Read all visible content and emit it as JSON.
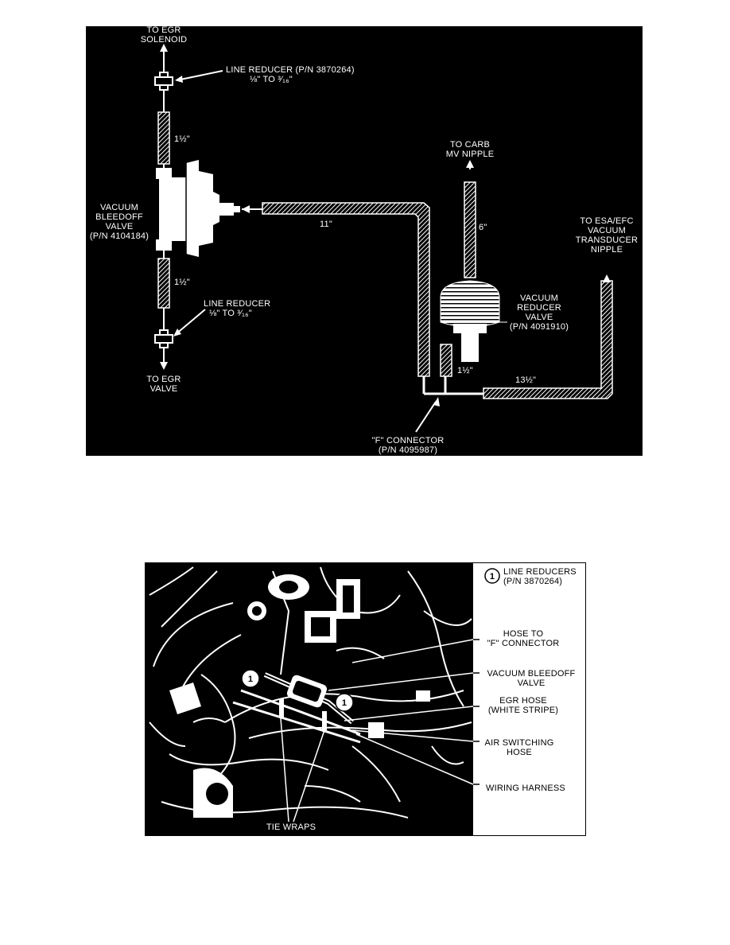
{
  "top_diagram": {
    "labels": {
      "to_egr_solenoid_1": "TO EGR",
      "to_egr_solenoid_2": "SOLENOID",
      "line_reducer_top_1": "LINE REDUCER (P/N 3870264)",
      "line_reducer_top_2": "⅛\" TO ³⁄₁₆\"",
      "len_upper": "1½\"",
      "vbv_1": "VACUUM",
      "vbv_2": "BLEEDOFF",
      "vbv_3": "VALVE",
      "vbv_4": "(P/N 4104184)",
      "len_11": "11\"",
      "len_lower": "1½\"",
      "line_reducer_bottom_1": "LINE REDUCER",
      "line_reducer_bottom_2": "⅛\" TO ³⁄₁₆\"",
      "to_egr_valve_1": "TO EGR",
      "to_egr_valve_2": "VALVE",
      "to_carb_1": "TO CARB",
      "to_carb_2": "MV NIPPLE",
      "len_6": "6\"",
      "vrv_1": "VACUUM",
      "vrv_2": "REDUCER",
      "vrv_3": "VALVE",
      "vrv_4": "(P/N 4091910)",
      "len_vrv": "1½\"",
      "len_13": "13½\"",
      "esa_1": "TO ESA/EFC",
      "esa_2": "VACUUM",
      "esa_3": "TRANSDUCER",
      "esa_4": "NIPPLE",
      "f_conn_1": "\"F\" CONNECTOR",
      "f_conn_2": "(P/N 4095987)"
    }
  },
  "bottom_diagram": {
    "labels": {
      "legend_number": "1",
      "legend_1": "LINE REDUCERS",
      "legend_2": "(P/N 3870264)",
      "hose_f_1": "HOSE TO",
      "hose_f_2": "\"F\" CONNECTOR",
      "vbv_1": "VACUUM BLEEDOFF",
      "vbv_2": "VALVE",
      "egr_hose_1": "EGR HOSE",
      "egr_hose_2": "(WHITE STRIPE)",
      "air_1": "AIR SWITCHING",
      "air_2": "HOSE",
      "wiring": "WIRING HARNESS",
      "tie_wraps": "TIE WRAPS",
      "callout_1": "1",
      "callout_2": "1"
    }
  }
}
